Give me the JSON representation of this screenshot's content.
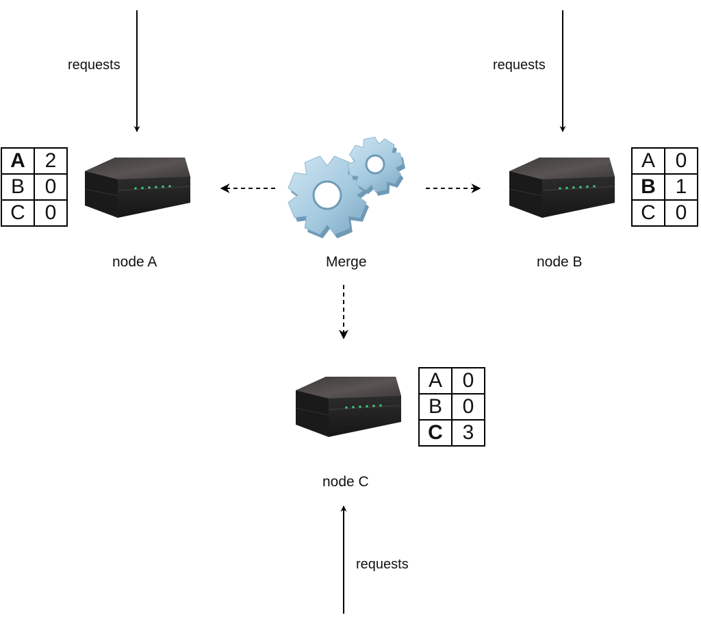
{
  "nodes": [
    {
      "id": "A",
      "label": "node A",
      "incoming_label": "requests",
      "table": [
        {
          "key": "A",
          "value": "2",
          "bold": true
        },
        {
          "key": "B",
          "value": "0",
          "bold": false
        },
        {
          "key": "C",
          "value": "0",
          "bold": false
        }
      ]
    },
    {
      "id": "B",
      "label": "node B",
      "incoming_label": "requests",
      "table": [
        {
          "key": "A",
          "value": "0",
          "bold": false
        },
        {
          "key": "B",
          "value": "1",
          "bold": true
        },
        {
          "key": "C",
          "value": "0",
          "bold": false
        }
      ]
    },
    {
      "id": "C",
      "label": "node C",
      "incoming_label": "requests",
      "table": [
        {
          "key": "A",
          "value": "0",
          "bold": false
        },
        {
          "key": "B",
          "value": "0",
          "bold": false
        },
        {
          "key": "C",
          "value": "3",
          "bold": true
        }
      ]
    }
  ],
  "merge": {
    "label": "Merge",
    "icon": "gears-icon",
    "targets": [
      "A",
      "B",
      "C"
    ]
  },
  "colors": {
    "gear_fill": "#a9cde2",
    "gear_shadow": "#6f9ab6",
    "device_body": "#2a2a2a",
    "device_top": "#4a4a4a",
    "device_led": "#3fbf7a"
  }
}
